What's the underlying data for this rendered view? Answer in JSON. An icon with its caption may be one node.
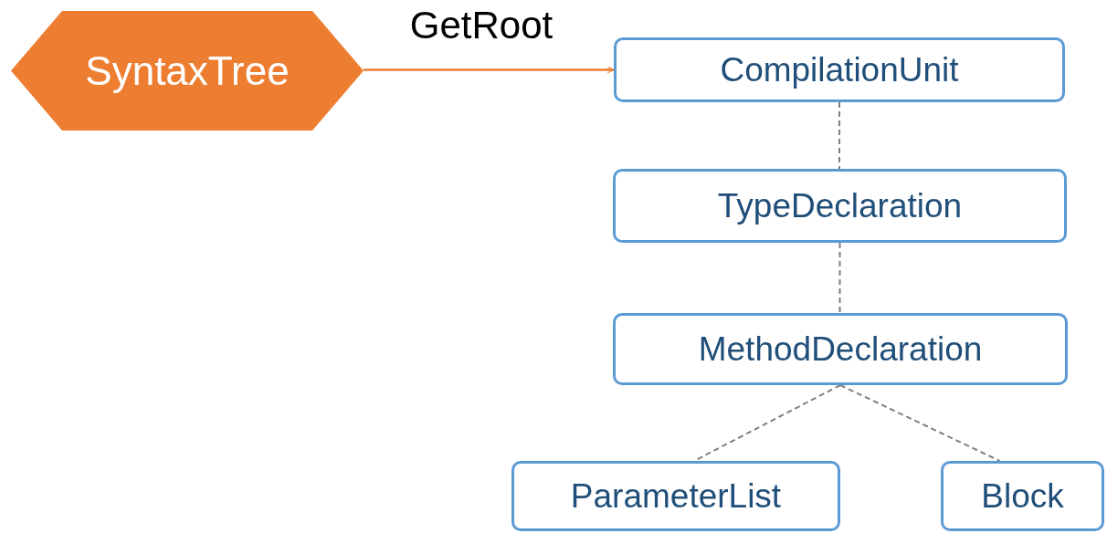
{
  "diagram": {
    "nodes": [
      {
        "text": [
          "SyntaxTree"
        ]
      },
      {
        "text": [
          "CompilationUnit"
        ]
      },
      {
        "text": [
          "TypeDeclaration"
        ]
      },
      {
        "text": [
          "MethodDeclaration"
        ]
      },
      {
        "text": [
          "ParameterList"
        ]
      },
      {
        "text": [
          "Block"
        ]
      }
    ],
    "edges": [
      {
        "from": 0,
        "to": 1,
        "arrow": "to",
        "label": "GetRoot",
        "color": "#ed7d31"
      },
      {
        "from": 1,
        "to": 2,
        "arrow": "none",
        "style": "dashed"
      },
      {
        "from": 2,
        "to": 3,
        "arrow": "none",
        "style": "dashed"
      },
      {
        "from": 3,
        "to": 4,
        "arrow": "none",
        "style": "dashed"
      },
      {
        "from": 3,
        "to": 5,
        "arrow": "none",
        "style": "dashed"
      }
    ]
  }
}
